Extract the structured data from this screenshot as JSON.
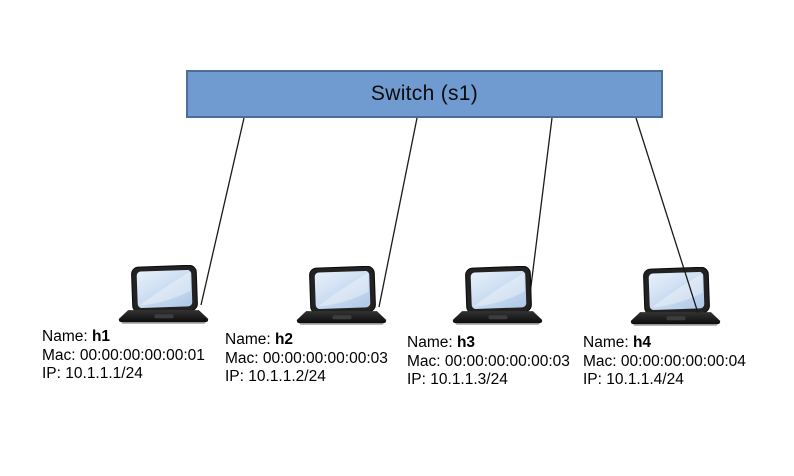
{
  "switch": {
    "label": "Switch (s1)",
    "fill": "#6f9bd1",
    "border": "#4a6d99"
  },
  "labels": {
    "name": "Name:",
    "mac": "Mac:",
    "ip": "IP:"
  },
  "hosts": [
    {
      "name": "h1",
      "mac": "00:00:00:00:00:01",
      "ip": "10.1.1.1/24"
    },
    {
      "name": "h2",
      "mac": "00:00:00:00:00:03",
      "ip": "10.1.1.2/24"
    },
    {
      "name": "h3",
      "mac": "00:00:00:00:00:03",
      "ip": "10.1.1.3/24"
    },
    {
      "name": "h4",
      "mac": "00:00:00:00:00:04",
      "ip": "10.1.1.4/24"
    }
  ],
  "links": {
    "count": 4,
    "color": "#1a1a1a"
  },
  "icons": {
    "host": "laptop-icon"
  }
}
